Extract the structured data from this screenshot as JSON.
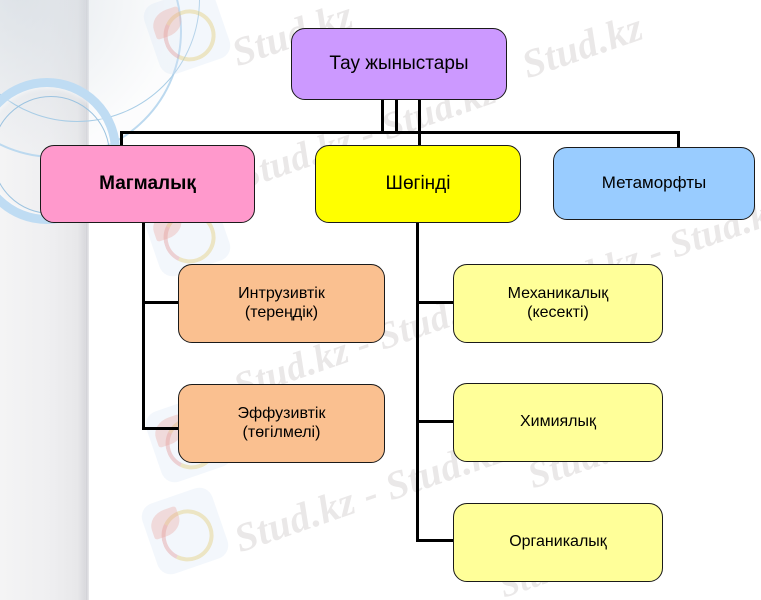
{
  "slide": {
    "title": "Тау жыныстары",
    "watermark_text": "Stud.kz",
    "watermark_text_long": "Stud.kz - Stud.kz"
  },
  "diagram": {
    "type": "hierarchy-tree",
    "root": {
      "label": "Тау жыныстары",
      "color": "#cc99ff"
    },
    "level1": [
      {
        "label": "Магмалық",
        "color": "#ff99cc"
      },
      {
        "label": "Шөгінді",
        "color": "#ffff00"
      },
      {
        "label": "Метаморфты",
        "color": "#99ccff"
      }
    ],
    "magmatic_children": [
      {
        "line1": "Интрузивтік",
        "line2": "(тереңдік)",
        "color": "#fac090"
      },
      {
        "line1": "Эффузивтік",
        "line2": "(төгілмелі)",
        "color": "#fac090"
      }
    ],
    "sedimentary_children": [
      {
        "line1": "Механикалық",
        "line2": "(кесекті)",
        "color": "#ffff99"
      },
      {
        "line1": "Химиялық",
        "line2": "",
        "color": "#ffff99"
      },
      {
        "line1": "Органикалық",
        "line2": "",
        "color": "#ffff99"
      }
    ]
  }
}
